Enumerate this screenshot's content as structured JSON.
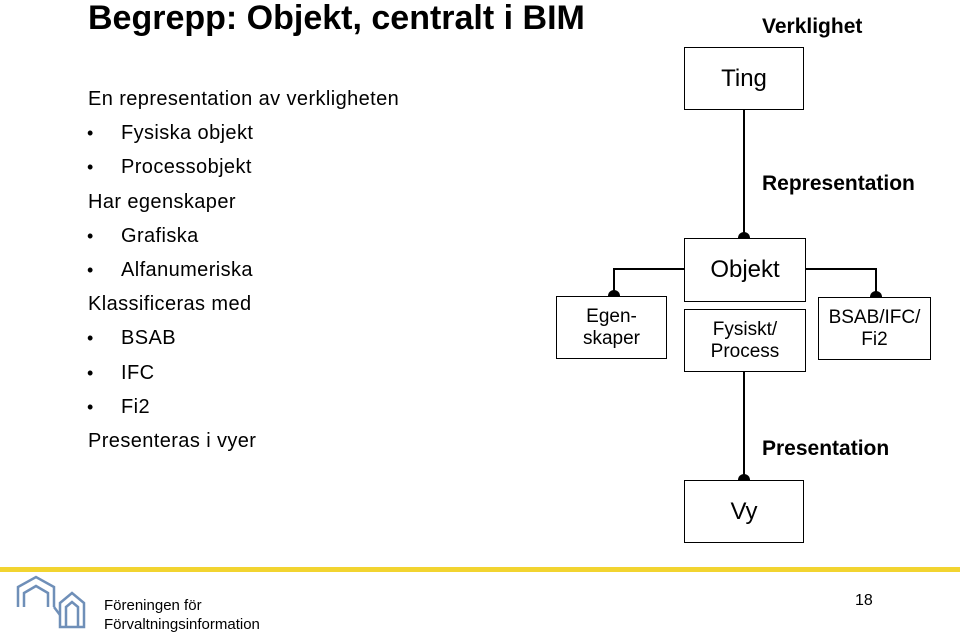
{
  "slide": {
    "title": "Begrepp: Objekt, centralt i BIM",
    "bullets": [
      {
        "text": "En representation av verkligheten",
        "level": 0
      },
      {
        "text": "Fysiska objekt",
        "level": 1
      },
      {
        "text": "Processobjekt",
        "level": 1
      },
      {
        "text": "Har egenskaper",
        "level": 0
      },
      {
        "text": "Grafiska",
        "level": 1
      },
      {
        "text": "Alfanumeriska",
        "level": 1
      },
      {
        "text": "Klassificeras med",
        "level": 0
      },
      {
        "text": "BSAB",
        "level": 1
      },
      {
        "text": "IFC",
        "level": 1
      },
      {
        "text": "Fi2",
        "level": 1
      },
      {
        "text": "Presenteras i vyer",
        "level": 0
      }
    ]
  },
  "diagram": {
    "labels": {
      "verklighet": "Verklighet",
      "representation": "Representation",
      "presentation": "Presentation"
    },
    "boxes": {
      "ting": "Ting",
      "objekt": "Objekt",
      "fysiskt_line1": "Fysiskt/",
      "fysiskt_line2": "Process",
      "egen_line1": "Egen-",
      "egen_line2": "skaper",
      "bsab_line1": "BSAB/IFC/",
      "bsab_line2": "Fi2",
      "vy": "Vy"
    }
  },
  "footer": {
    "org_line1": "Föreningen för",
    "org_line2": "Förvaltningsinformation",
    "page_number": "18",
    "accent_color": "#f2d430",
    "logo_color": "#6f8fb8"
  }
}
